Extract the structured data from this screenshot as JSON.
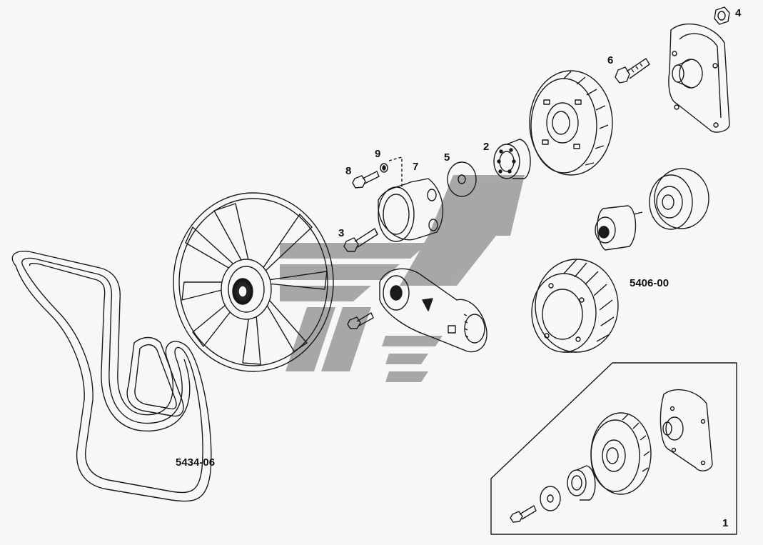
{
  "callouts": {
    "c1": "1",
    "c2": "2",
    "c3": "3",
    "c4": "4",
    "c5": "5",
    "c6": "6",
    "c7": "7",
    "c8": "8",
    "c9": "9"
  },
  "codes": {
    "belt": "5434-06",
    "pulley_group": "5406-00"
  },
  "colors": {
    "ink": "#1a1a1a",
    "watermark": "#9a9a9a",
    "background": "#f7f7f7"
  }
}
